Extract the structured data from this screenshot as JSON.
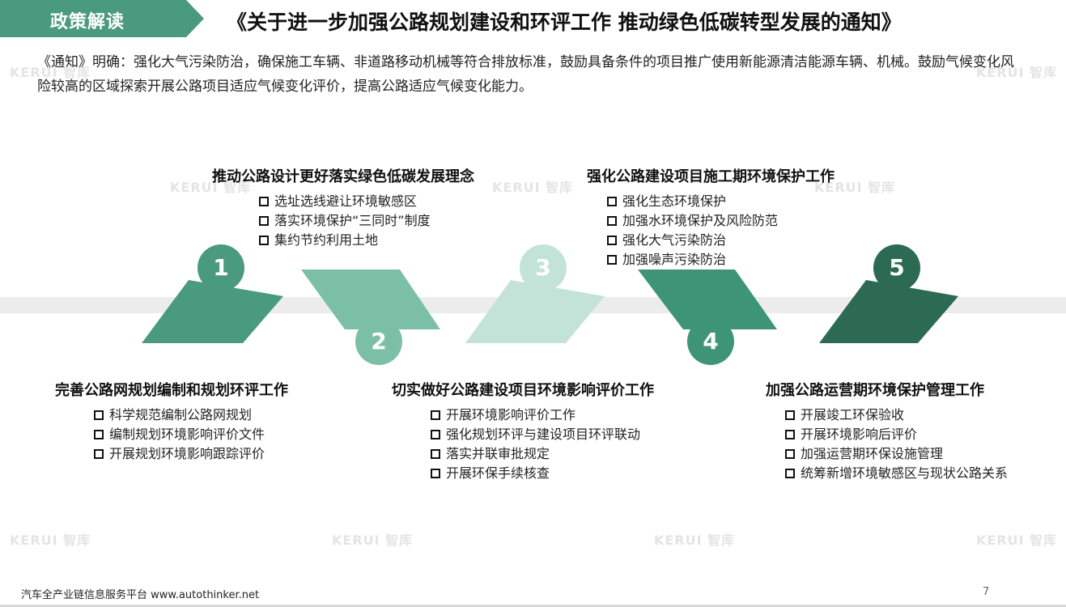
{
  "header": {
    "tag": "政策解读",
    "title": "《关于进一步加强公路规划建设和环评工作 推动绿色低碳转型发展的通知》"
  },
  "intro": "《通知》明确：强化大气污染防治，确保施工车辆、非道路移动机械等符合排放标准，鼓励具备条件的项目推广使用新能源清洁能源车辆、机械。鼓励气候变化风险较高的区域探索开展公路项目适应气候变化评价，提高公路适应气候变化能力。",
  "watermark": "KERUI 智库",
  "steps": [
    {
      "number": "1",
      "title": "完善公路网规划编制和规划环评工作",
      "items": [
        "科学规范编制公路网规划",
        "编制规划环境影响评价文件",
        "开展规划环境影响跟踪评价"
      ],
      "color": "#4a9a80"
    },
    {
      "number": "2",
      "title": "推动公路设计更好落实绿色低碳发展理念",
      "items": [
        "选址选线避让环境敏感区",
        "落实环境保护“三同时”制度",
        "集约节约利用土地"
      ],
      "color": "#7cbfa7"
    },
    {
      "number": "3",
      "title": "切实做好公路建设项目环境影响评价工作",
      "items": [
        "开展环境影响评价工作",
        "强化规划环评与建设项目环评联动",
        "落实并联审批规定",
        "开展环保手续核查"
      ],
      "color": "#c4e3d8"
    },
    {
      "number": "4",
      "title": "强化公路建设项目施工期环境保护工作",
      "items": [
        "强化生态环境保护",
        "加强水环境保护及风险防范",
        "强化大气污染防治",
        "加强噪声污染防治"
      ],
      "color": "#3e9477"
    },
    {
      "number": "5",
      "title": "加强公路运营期环境保护管理工作",
      "items": [
        "开展竣工环保验收",
        "开展环境影响后评价",
        "加强运营期环保设施管理",
        "统筹新增环境敏感区与现状公路关系"
      ],
      "color": "#2c6a54"
    }
  ],
  "footer": {
    "source": "汽车全产业链信息服务平台 www.autothinker.net",
    "page": "7"
  }
}
